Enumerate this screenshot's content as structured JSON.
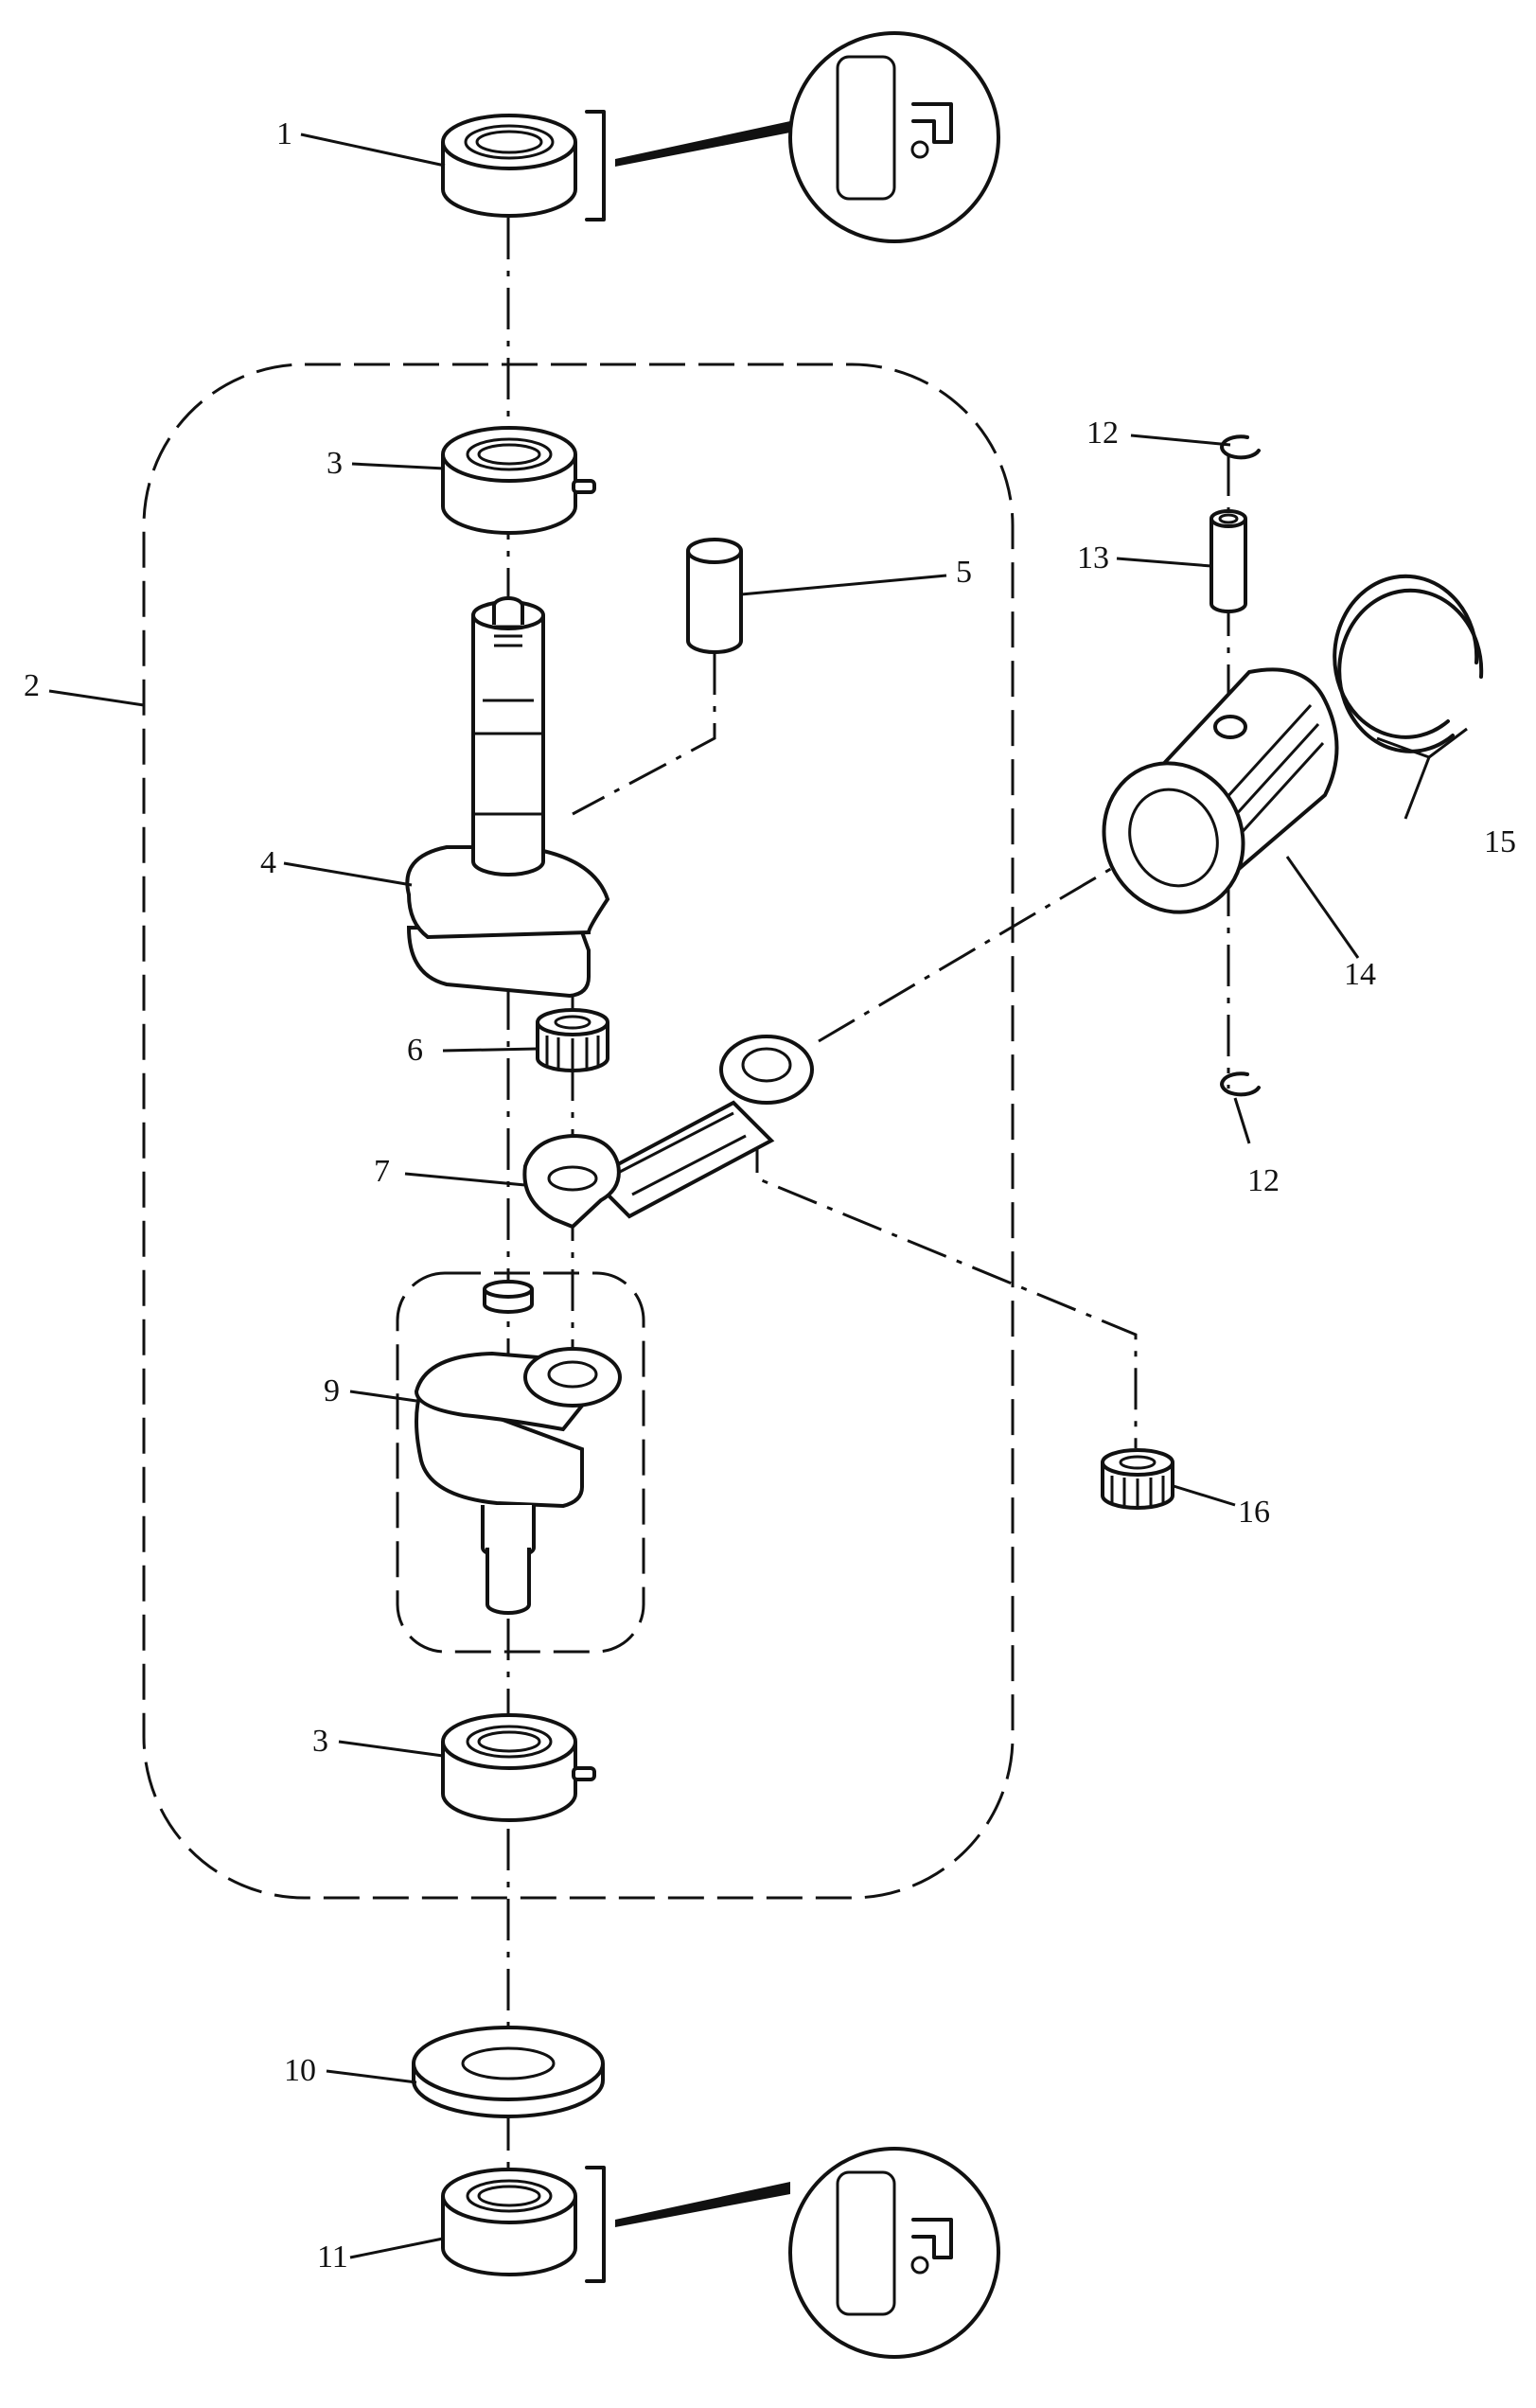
{
  "parts": [
    {
      "id": "p1",
      "number": "1"
    },
    {
      "id": "p2",
      "number": "2"
    },
    {
      "id": "p3a",
      "number": "3"
    },
    {
      "id": "p3b",
      "number": "3"
    },
    {
      "id": "p4",
      "number": "4"
    },
    {
      "id": "p5",
      "number": "5"
    },
    {
      "id": "p6",
      "number": "6"
    },
    {
      "id": "p7",
      "number": "7"
    },
    {
      "id": "p9",
      "number": "9"
    },
    {
      "id": "p10",
      "number": "10"
    },
    {
      "id": "p11",
      "number": "11"
    },
    {
      "id": "p12a",
      "number": "12"
    },
    {
      "id": "p12b",
      "number": "12"
    },
    {
      "id": "p13",
      "number": "13"
    },
    {
      "id": "p14",
      "number": "14"
    },
    {
      "id": "p15",
      "number": "15"
    },
    {
      "id": "p16",
      "number": "16"
    }
  ]
}
